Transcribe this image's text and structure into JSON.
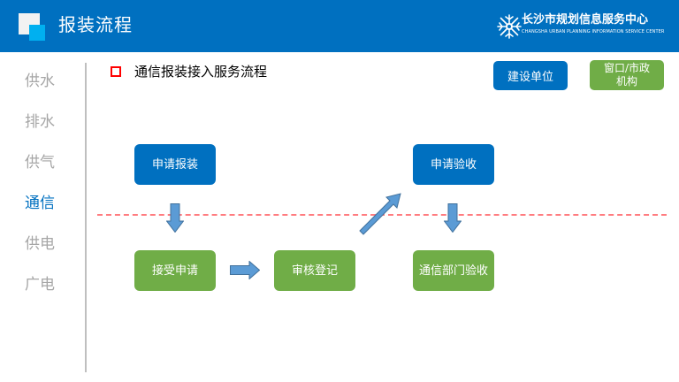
{
  "header": {
    "title": "报装流程",
    "org_name": "长沙市规划信息服务中心",
    "org_name_en": "CHANGSHA URBAN PLANNING INFORMATION SERVICE CENTER",
    "org_logo_icon": "snowflake-emblem-icon",
    "background_color": "#0070c0"
  },
  "sidebar": {
    "items": [
      {
        "label": "供水",
        "active": false
      },
      {
        "label": "排水",
        "active": false
      },
      {
        "label": "供气",
        "active": false
      },
      {
        "label": "通信",
        "active": true
      },
      {
        "label": "供电",
        "active": false
      },
      {
        "label": "广电",
        "active": false
      }
    ],
    "active_color": "#0070c0",
    "inactive_color": "#a6a6a6"
  },
  "section": {
    "bullet_icon": "red-square-bullet-icon",
    "title": "通信报装接入服务流程"
  },
  "legend": [
    {
      "label": "建设单位",
      "color": "#0070c0",
      "role": "builder"
    },
    {
      "label": "窗口/市政机构",
      "color": "#70ad47",
      "role": "government"
    }
  ],
  "diagram": {
    "divider_line_color": "#ff7c80",
    "nodes": [
      {
        "id": "n-apply",
        "label": "申请报装",
        "lane": "建设单位",
        "color": "#0070c0"
      },
      {
        "id": "n-accept",
        "label": "接受申请",
        "lane": "窗口/市政机构",
        "color": "#70ad47"
      },
      {
        "id": "n-review",
        "label": "审核登记",
        "lane": "窗口/市政机构",
        "color": "#70ad47"
      },
      {
        "id": "n-check-apply",
        "label": "申请验收",
        "lane": "建设单位",
        "color": "#0070c0"
      },
      {
        "id": "n-check-dept",
        "label": "通信部门验收",
        "lane": "窗口/市政机构",
        "color": "#70ad47"
      }
    ],
    "edges": [
      {
        "from": "申请报装",
        "to": "接受申请",
        "direction": "down"
      },
      {
        "from": "接受申请",
        "to": "审核登记",
        "direction": "right"
      },
      {
        "from": "审核登记",
        "to": "申请验收",
        "direction": "up-right"
      },
      {
        "from": "申请验收",
        "to": "通信部门验收",
        "direction": "down"
      }
    ],
    "arrow_color": "#5b9bd5"
  }
}
